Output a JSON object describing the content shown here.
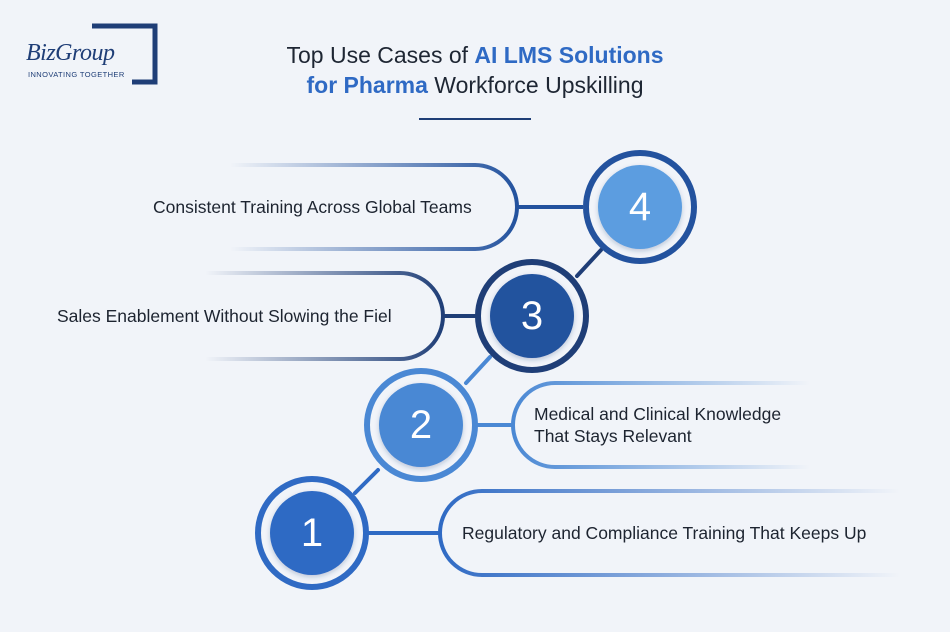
{
  "logo": {
    "name": "BizGroup",
    "tagline": "INNOVATING TOGETHER"
  },
  "title": {
    "line1_prefix": "Top Use Cases of ",
    "line1_highlight": "AI LMS Solutions",
    "line2_highlight": "for Pharma",
    "line2_suffix": " Workforce Upskilling"
  },
  "steps": [
    {
      "number": "1",
      "label": "Regulatory and Compliance Training That Keeps Up"
    },
    {
      "number": "2",
      "label_line1": "Medical and Clinical Knowledge",
      "label_line2": "That Stays Relevant"
    },
    {
      "number": "3",
      "label": "Sales Enablement Without Slowing the Fiel"
    },
    {
      "number": "4",
      "label": "Consistent Training Across Global Teams"
    }
  ],
  "colors": {
    "background": "#f1f4f9",
    "navy": "#1f3e77",
    "dark_blue": "#23529e",
    "mid_blue": "#2f6ac4",
    "light_blue": "#4a88d4",
    "sky_blue": "#5b9de0",
    "highlight": "#2f6ac4",
    "text": "#1e2633"
  }
}
